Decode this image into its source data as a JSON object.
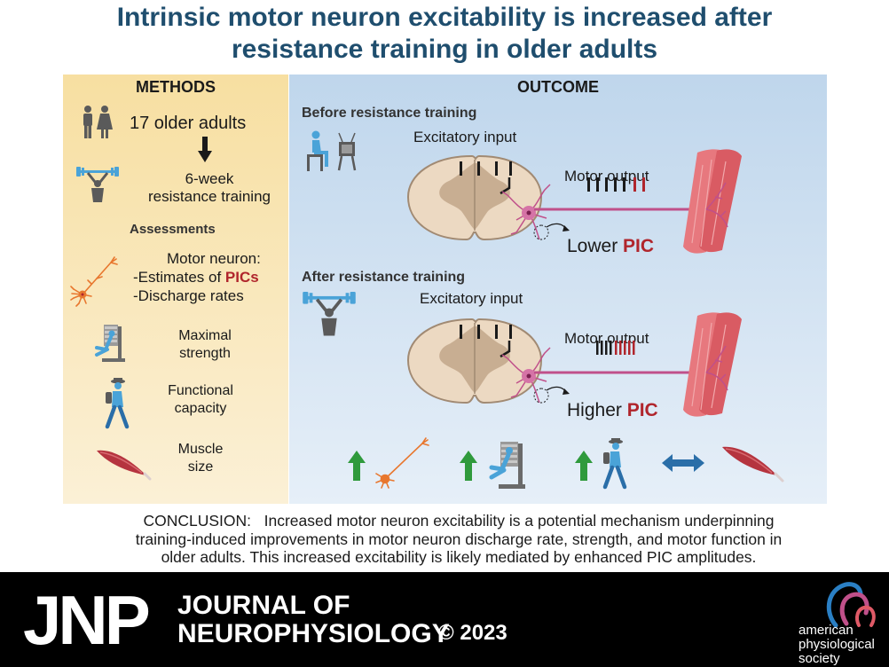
{
  "title": {
    "line1": "Intrinsic motor neuron excitability is increased after",
    "line2": "resistance training in older adults"
  },
  "methods": {
    "heading": "METHODS",
    "participants": "17 older adults",
    "training_line1": "6-week",
    "training_line2": "resistance training",
    "assessments_heading": "Assessments",
    "motor_neuron": "Motor neuron:",
    "estimates_prefix": "-Estimates of ",
    "estimates_highlight": "PICs",
    "discharge_rates": "-Discharge rates",
    "strength_line1": "Maximal",
    "strength_line2": "strength",
    "functional_line1": "Functional",
    "functional_line2": "capacity",
    "muscle_line1": "Muscle",
    "muscle_line2": "size"
  },
  "outcome": {
    "heading": "OUTCOME",
    "before": {
      "label": "Before resistance training",
      "excitatory_input": "Excitatory input",
      "motor_output": "Motor output",
      "pic_prefix": "Lower ",
      "pic_highlight": "PIC"
    },
    "after": {
      "label": "After resistance training",
      "excitatory_input": "Excitatory input",
      "motor_output": "Motor output",
      "pic_prefix": "Higher ",
      "pic_highlight": "PIC"
    }
  },
  "conclusion": {
    "label": "CONCLUSION:",
    "text1": "Increased motor neuron excitability is a potential mechanism underpinning",
    "text2": "training-induced improvements in motor neuron discharge rate, strength, and motor function in",
    "text3": "older adults. This increased excitability is likely mediated by enhanced PIC amplitudes."
  },
  "footer": {
    "logo": "JNP",
    "journal_line1": "JOURNAL OF",
    "journal_line2": "NEUROPHYSIOLOGY",
    "year": "© 2023",
    "society_line1": "american",
    "society_line2": "physiological",
    "society_line3": "society"
  },
  "colors": {
    "title": "#1f4e6e",
    "highlight_red": "#b0252c",
    "up_arrow_green": "#2f9a3c",
    "equal_arrow_blue": "#2a6ea8",
    "neuron_pink": "#c0508a",
    "icon_blue": "#4aa3d8",
    "icon_grey": "#5a5a5a"
  },
  "icons": [
    "people-icon",
    "down-arrow-icon",
    "weightlifter-icon",
    "neuron-icon",
    "leg-press-icon",
    "walker-icon",
    "muscle-icon",
    "spinal-cord-icon",
    "up-arrow-icon",
    "double-arrow-icon"
  ]
}
